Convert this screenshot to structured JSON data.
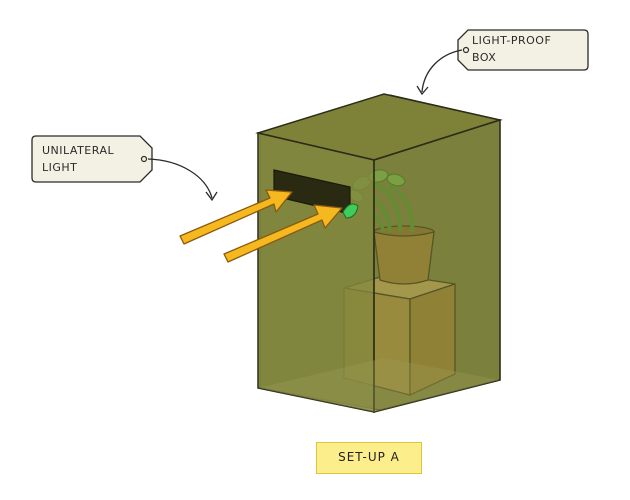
{
  "labels": {
    "light_proof_box": [
      "LIGHT-PROOF",
      "BOX"
    ],
    "unilateral_light": [
      "UNILATERAL",
      "LIGHT"
    ]
  },
  "caption": "SET-UP A",
  "colors": {
    "box_front": "#8b8f45",
    "box_top": "#7f8439",
    "box_side": "#6f7431",
    "slot": "#2a2a12",
    "arrow": "#f5b81e",
    "pot": "#b8913e",
    "pedestal": "#d4b25a",
    "leaf": "#8bd45a",
    "tag_fill": "#f3f1e3",
    "caption_fill": "#fcee8a"
  },
  "icons": [
    "tag-label",
    "curved-pointer-arrow",
    "light-arrow",
    "plant-pot",
    "pedestal-block",
    "light-proof-box"
  ]
}
